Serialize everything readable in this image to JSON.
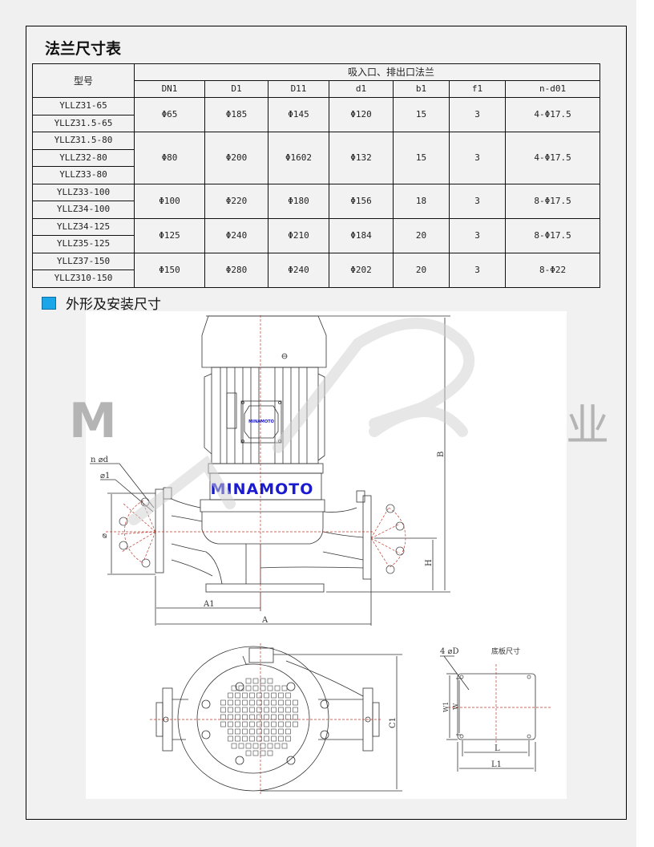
{
  "page": {
    "title": "法兰尺寸表",
    "section_title": "外形及安装尺寸",
    "section_marker_color": "#1aa6e8"
  },
  "table": {
    "model_header": "型号",
    "group_header": "吸入口、排出口法兰",
    "columns": [
      "DN1",
      "D1",
      "D11",
      "d1",
      "b1",
      "f1",
      "n-d01"
    ],
    "groups": [
      {
        "models": [
          "YLLZ31-65",
          "YLLZ31.5-65"
        ],
        "values": [
          "Φ65",
          "Φ185",
          "Φ145",
          "Φ120",
          "15",
          "3",
          "4-Φ17.5"
        ]
      },
      {
        "models": [
          "YLLZ31.5-80",
          "YLLZ32-80",
          "YLLZ33-80"
        ],
        "values": [
          "Φ80",
          "Φ200",
          "Φ1602",
          "Φ132",
          "15",
          "3",
          "4-Φ17.5"
        ]
      },
      {
        "models": [
          "YLLZ33-100",
          "YLLZ34-100"
        ],
        "values": [
          "Φ100",
          "Φ220",
          "Φ180",
          "Φ156",
          "18",
          "3",
          "8-Φ17.5"
        ]
      },
      {
        "models": [
          "YLLZ34-125",
          "YLLZ35-125"
        ],
        "values": [
          "Φ125",
          "Φ240",
          "Φ210",
          "Φ184",
          "20",
          "3",
          "8-Φ17.5"
        ]
      },
      {
        "models": [
          "YLLZ37-150",
          "YLLZ310-150"
        ],
        "values": [
          "Φ150",
          "Φ280",
          "Φ240",
          "Φ202",
          "20",
          "3",
          "8-Φ22"
        ]
      }
    ]
  },
  "drawing": {
    "brand_logo": "MINAMOTO",
    "nameplate_text": "MINAMOTO",
    "labels": {
      "n_d": "n  ⌀d",
      "phi1": "⌀1",
      "phi": "⌀",
      "A1": "A1",
      "A": "A",
      "B": "B",
      "H": "H",
      "C1": "C1",
      "holes": "4  ⌀D",
      "base_title": "底板尺寸",
      "W1": "W1",
      "W": "W",
      "L": "L",
      "L1": "L1"
    },
    "line_color": "#333333",
    "center_line_color": "#c0392b"
  },
  "watermark": {
    "left_char": "M",
    "right_char": "业"
  }
}
